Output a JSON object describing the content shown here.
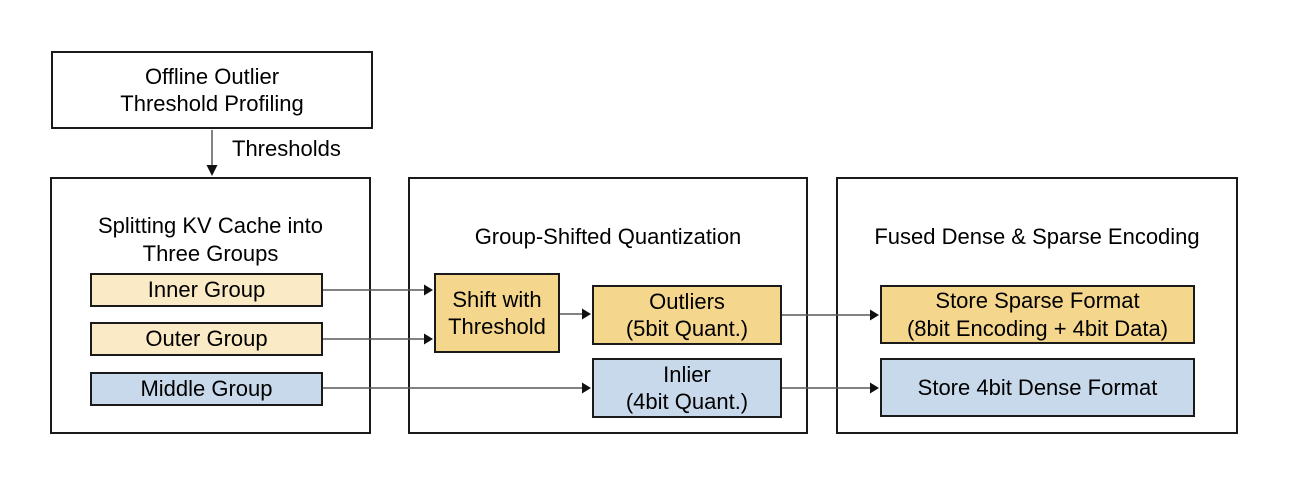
{
  "colors": {
    "pale_yellow": "#FAEAC6",
    "gold": "#F4D68C",
    "light_blue": "#C9D9EC",
    "box_border": "#1A1A1A",
    "arrow_line": "#595959",
    "arrow_head": "#111111"
  },
  "profiling_box": {
    "label": "Offline Outlier\nThreshold Profiling"
  },
  "threshold_arrow": {
    "label": "Thresholds"
  },
  "splitting_box": {
    "title": "Splitting KV Cache into\nThree Groups",
    "groups": [
      {
        "label": "Inner Group",
        "color": "#FAEAC6"
      },
      {
        "label": "Outer Group",
        "color": "#FAEAC6"
      },
      {
        "label": "Middle Group",
        "color": "#C9D9EC"
      }
    ]
  },
  "quantization_box": {
    "title": "Group-Shifted Quantization",
    "shift": {
      "label": "Shift with\nThreshold",
      "color": "#F4D68C"
    },
    "outliers": {
      "label": "Outliers\n(5bit Quant.)",
      "color": "#F4D68C"
    },
    "inlier": {
      "label": "Inlier\n(4bit Quant.)",
      "color": "#C9D9EC"
    }
  },
  "encoding_box": {
    "title": "Fused Dense & Sparse Encoding",
    "sparse": {
      "label": "Store Sparse Format\n(8bit Encoding + 4bit Data)",
      "color": "#F4D68C"
    },
    "dense": {
      "label": "Store 4bit Dense Format",
      "color": "#C9D9EC"
    }
  }
}
